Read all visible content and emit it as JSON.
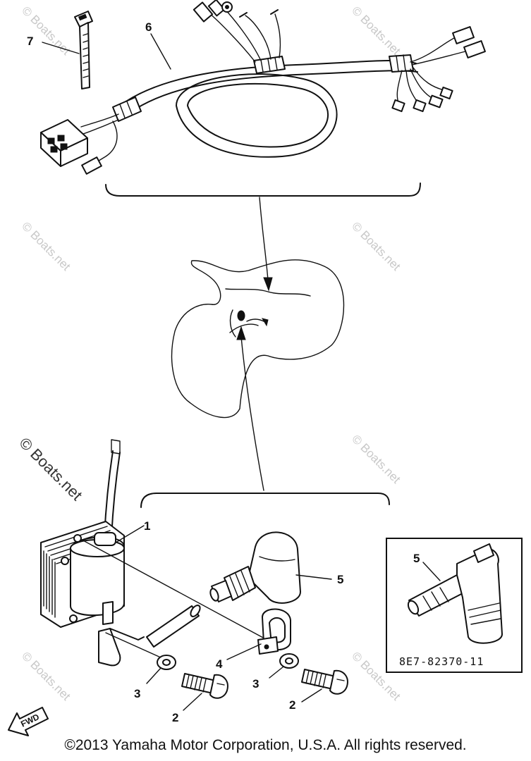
{
  "parts": {
    "p1": "1",
    "p2a": "2",
    "p2b": "2",
    "p3a": "3",
    "p3b": "3",
    "p4": "4",
    "p5a": "5",
    "p5b": "5",
    "p6": "6",
    "p7": "7"
  },
  "inset": {
    "part_code": "8E7-82370-11"
  },
  "fwd_label": "FWD",
  "watermarks": {
    "main": "© Boats.net",
    "faint": "© Boats.net"
  },
  "copyright": "©2013 Yamaha Motor Corporation, U.S.A. All rights reserved."
}
